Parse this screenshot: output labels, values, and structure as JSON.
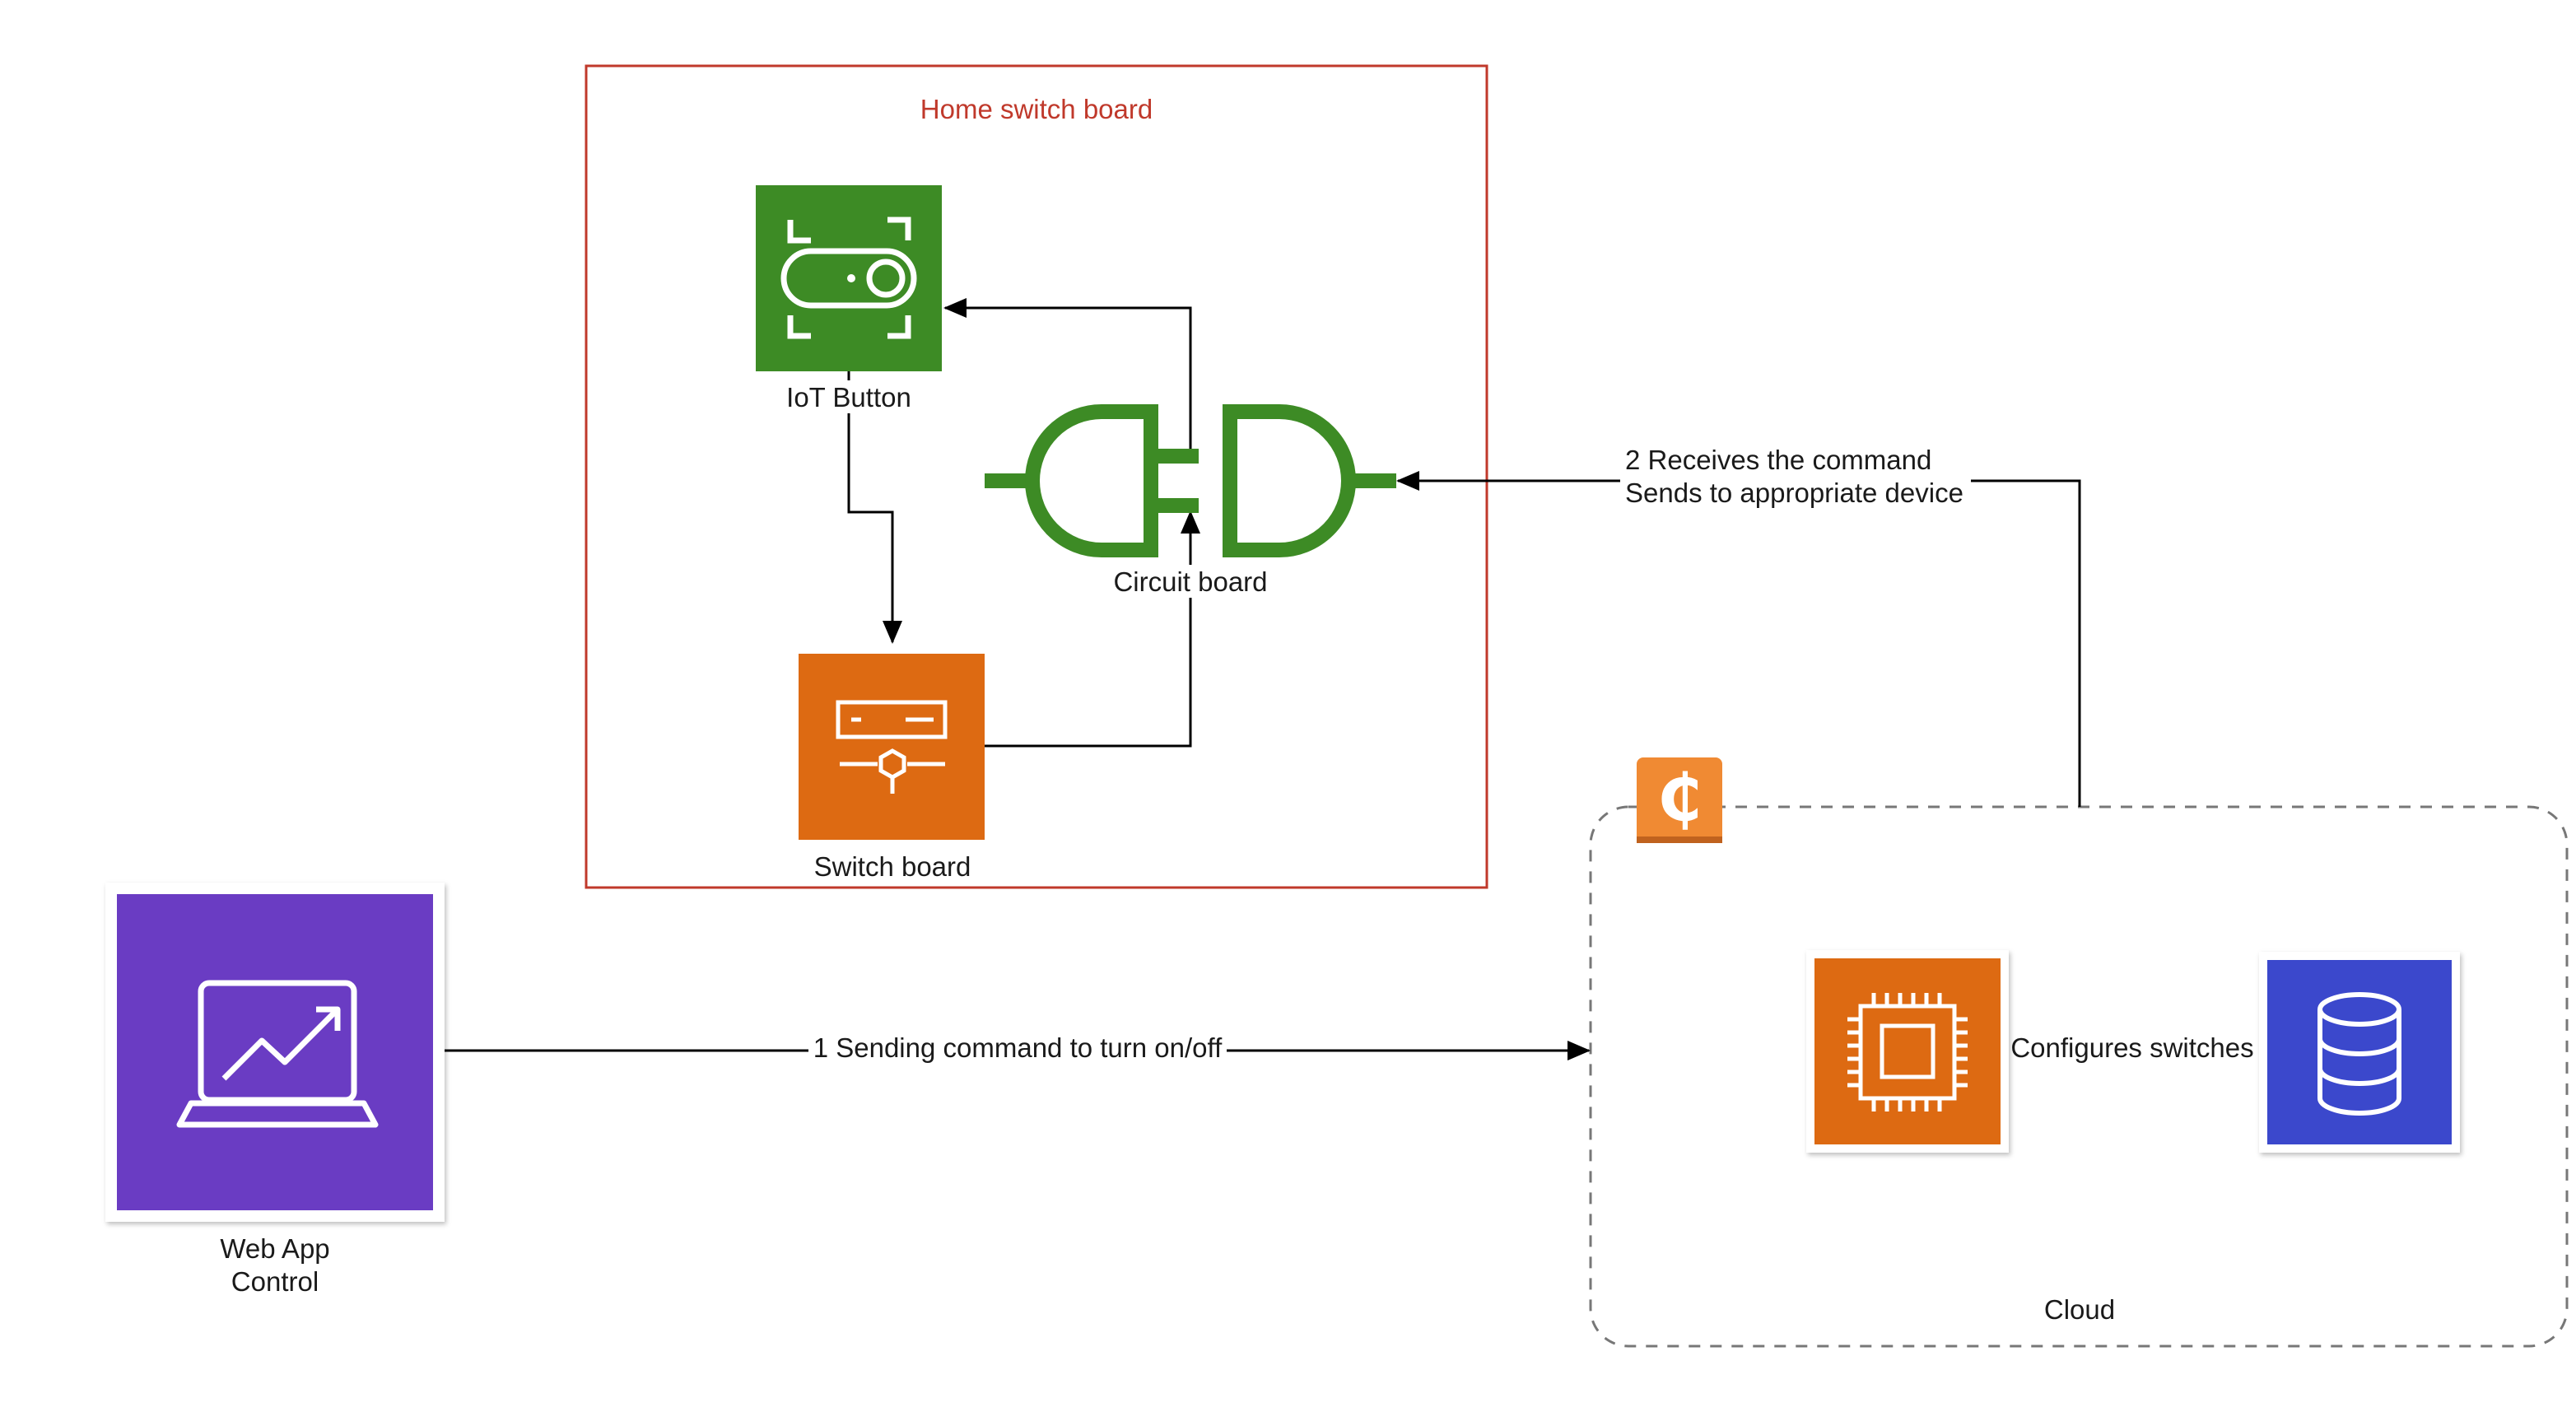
{
  "home_group": {
    "label": "Home switch board",
    "border_color": "#c0392b"
  },
  "cloud_group": {
    "label": "Cloud",
    "border_color": "#888888"
  },
  "nodes": {
    "iot_button": {
      "label": "IoT Button",
      "icon": "iot-button-icon",
      "color": "#3d8b25"
    },
    "switch_board": {
      "label": "Switch board",
      "icon": "switch-board-icon",
      "color": "#dd6a12"
    },
    "circuit_board": {
      "label": "Circuit board",
      "icon": "plug-connector-icon",
      "color": "#3d8b25"
    },
    "web_app": {
      "label_line1": "Web App",
      "label_line2": "Control",
      "icon": "laptop-chart-icon",
      "color": "#6a3cc3"
    },
    "compute": {
      "icon": "cpu-chip-icon",
      "color": "#dd6a12"
    },
    "database": {
      "icon": "database-icon",
      "color": "#3b48cc"
    },
    "cost_badge": {
      "icon": "cent-sign-icon",
      "glyph": "₵",
      "color": "#f08a33"
    }
  },
  "edges": {
    "step1": {
      "label": "1 Sending command to turn on/off"
    },
    "step2": {
      "label_line1": "2 Receives the command",
      "label_line2": "Sends to appropriate device"
    },
    "configures": {
      "label": "Configures switches"
    }
  }
}
